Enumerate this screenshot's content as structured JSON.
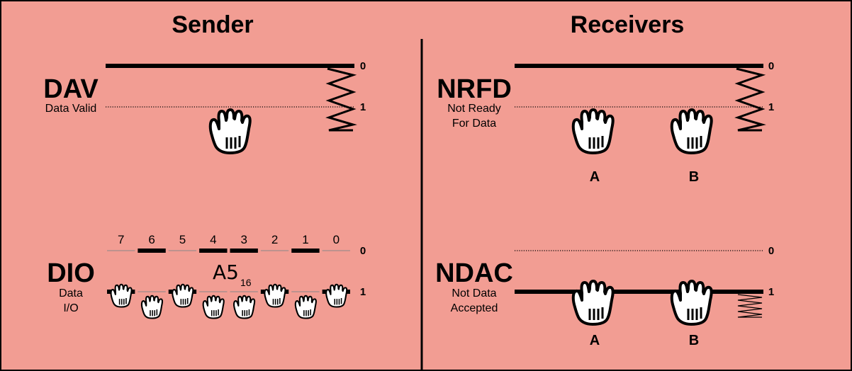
{
  "sections": {
    "sender_title": "Sender",
    "receivers_title": "Receivers"
  },
  "dav": {
    "name": "DAV",
    "description": "Data Valid",
    "level_0": "0",
    "level_1": "1"
  },
  "nrfd": {
    "name": "NRFD",
    "description_line1": "Not Ready",
    "description_line2": "For Data",
    "level_0": "0",
    "level_1": "1",
    "hand_a": "A",
    "hand_b": "B"
  },
  "dio": {
    "name": "DIO",
    "description_line1": "Data",
    "description_line2": "I/O",
    "level_0": "0",
    "level_1": "1",
    "value": "A5",
    "value_base": "16",
    "bits": [
      {
        "label": "7",
        "state": 1
      },
      {
        "label": "6",
        "state": 0
      },
      {
        "label": "5",
        "state": 1
      },
      {
        "label": "4",
        "state": 0
      },
      {
        "label": "3",
        "state": 0
      },
      {
        "label": "2",
        "state": 1
      },
      {
        "label": "1",
        "state": 0
      },
      {
        "label": "0",
        "state": 1
      }
    ]
  },
  "ndac": {
    "name": "NDAC",
    "description_line1": "Not Data",
    "description_line2": "Accepted",
    "level_0": "0",
    "level_1": "1",
    "hand_a": "A",
    "hand_b": "B"
  }
}
